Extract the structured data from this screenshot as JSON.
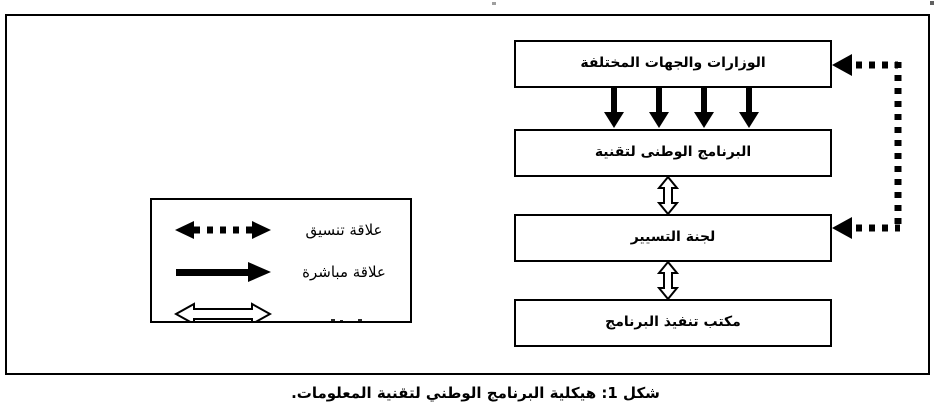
{
  "figure": {
    "caption": "شكل 1: هيكلية البرنامج الوطني لتقنية المعلومات.",
    "colors": {
      "ink": "#000000",
      "paper": "#ffffff"
    }
  },
  "diagram_data": {
    "type": "flowchart",
    "direction": "top-to-bottom",
    "language": "ar",
    "nodes": [
      {
        "id": "ministries",
        "label": "الوزارات والجهات المختلفة",
        "level": 1
      },
      {
        "id": "program",
        "label": "البرنامج الوطنى لتقنية",
        "level": 2
      },
      {
        "id": "steering",
        "label": "لجنة التسيير",
        "level": 3
      },
      {
        "id": "office",
        "label": "مكتب تنفيذ البرنامج",
        "level": 4
      }
    ],
    "edges": [
      {
        "from": "ministries",
        "to": "program",
        "style": "solid-arrow",
        "count": 4,
        "direction": "down"
      },
      {
        "from": "program",
        "to": "steering",
        "style": "hollow-double-arrow",
        "count": 1,
        "direction": "both"
      },
      {
        "from": "steering",
        "to": "office",
        "style": "hollow-double-arrow",
        "count": 1,
        "direction": "both"
      },
      {
        "from": "steering",
        "to": "ministries",
        "style": "dotted-arrow",
        "count": 1,
        "direction": "both",
        "routing": "right-bracket"
      }
    ]
  },
  "legend": {
    "rows": [
      {
        "label": "علاقة تنسيق",
        "symbol": "dotted-double-arrow"
      },
      {
        "label": "علاقة مباشرة",
        "symbol": "solid-right-arrow"
      },
      {
        "label": "",
        "symbol": "hollow-double-arrow"
      }
    ]
  }
}
